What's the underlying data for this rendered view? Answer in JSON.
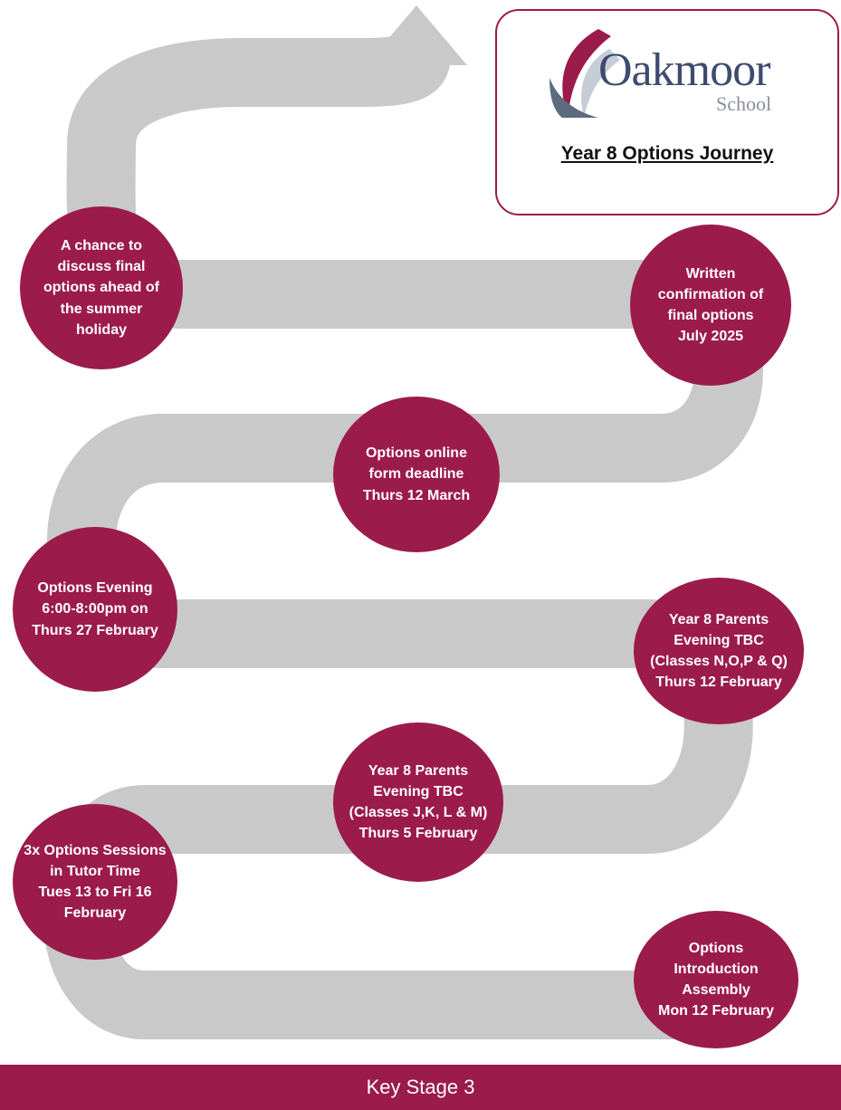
{
  "header": {
    "logo_name": "Oakmoor",
    "logo_school": "School",
    "title": "Year 8 Options Journey"
  },
  "milestones": [
    {
      "lines": [
        "Options",
        "Introduction",
        "Assembly",
        "Mon 12 February"
      ]
    },
    {
      "lines": [
        "3x Options Sessions",
        "in Tutor Time",
        "Tues 13 to Fri 16",
        "February"
      ]
    },
    {
      "lines": [
        "Year 8 Parents",
        "Evening TBC",
        "(Classes J,K, L & M)",
        "Thurs 5 February"
      ]
    },
    {
      "lines": [
        "Year 8 Parents",
        "Evening TBC",
        "(Classes N,O,P & Q)",
        "Thurs 12 February"
      ]
    },
    {
      "lines": [
        "Options Evening",
        "6:00-8:00pm on",
        "Thurs 27 February"
      ]
    },
    {
      "lines": [
        "Options online",
        "form deadline",
        "Thurs 12 March"
      ]
    },
    {
      "lines": [
        "Written",
        "confirmation of",
        "final options",
        "July 2025"
      ]
    },
    {
      "lines": [
        "A chance to",
        "discuss final",
        "options ahead of",
        "the summer",
        "holiday"
      ]
    }
  ],
  "footer": {
    "label": "Key Stage 3"
  },
  "colors": {
    "accent": "#9b1b4a",
    "road": "#c9c9c9",
    "logo_text": "#3f4b6e"
  }
}
